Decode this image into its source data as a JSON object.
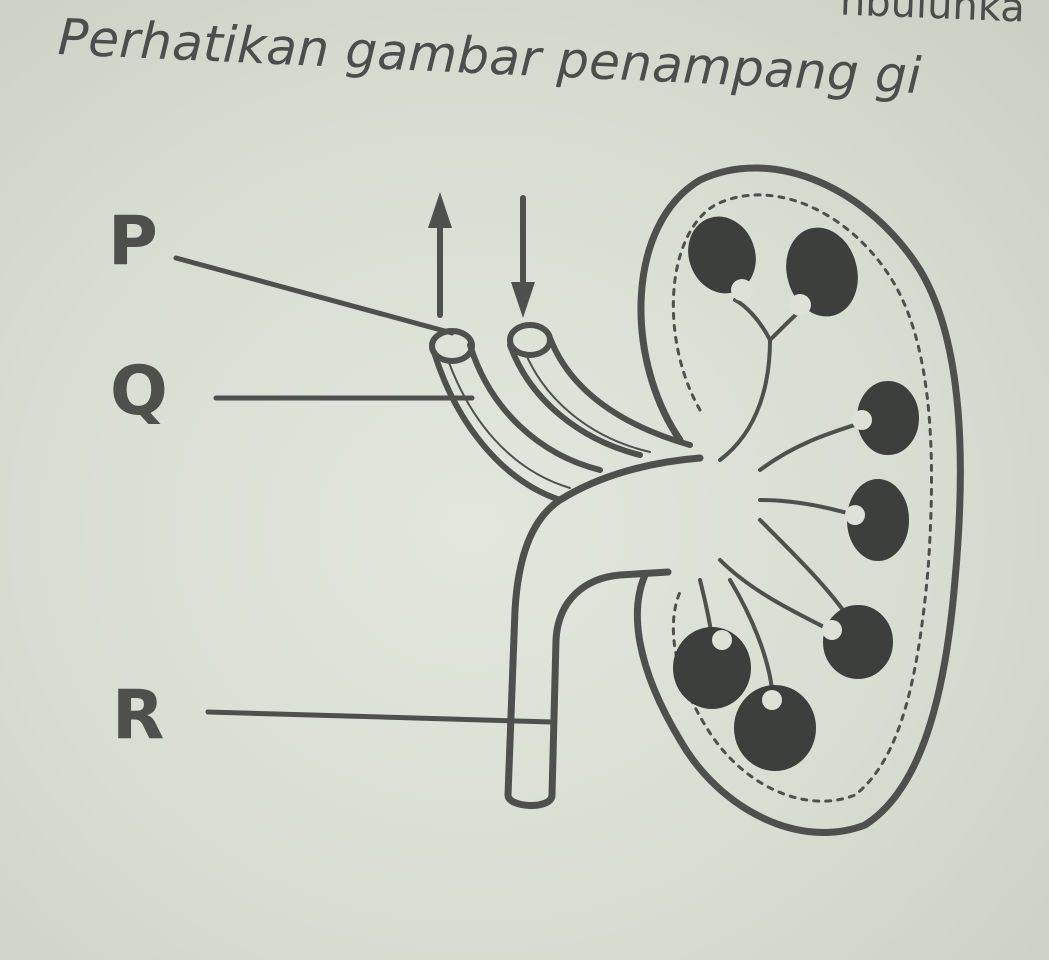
{
  "header": {
    "fragment_text": "nbulunka",
    "instruction_text": "Perhatikan gambar penampang gi"
  },
  "diagram": {
    "labels": {
      "p": "P",
      "q": "Q",
      "r": "R"
    },
    "colors": {
      "ink": "#4e504b",
      "shade": "#3c3f3b",
      "paper": "#dde1d7"
    }
  }
}
